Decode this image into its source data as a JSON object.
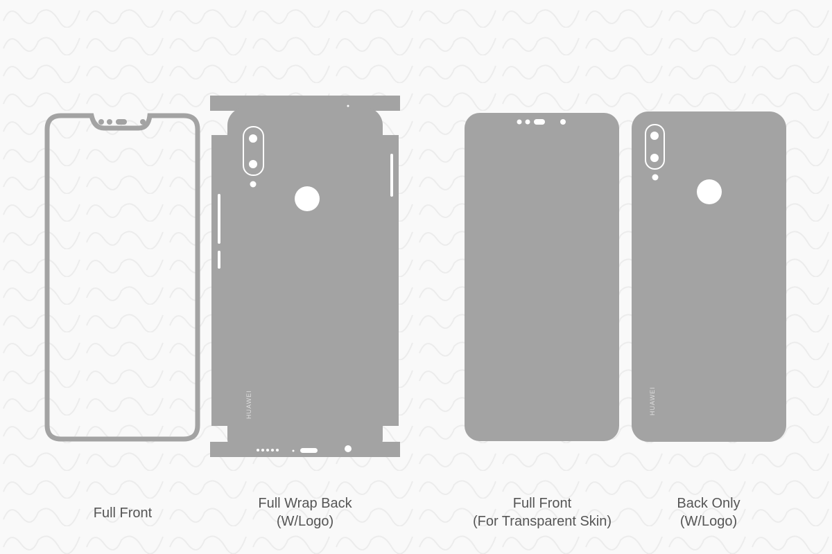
{
  "colors": {
    "skin": "#a3a3a3",
    "background": "#f9f9f9",
    "label": "#555555"
  },
  "templates": [
    {
      "title": "Full Front",
      "subtitle": ""
    },
    {
      "title": "Full Wrap Back",
      "subtitle": "(W/Logo)",
      "logo_text": "HUAWEI"
    },
    {
      "title": "Full Front",
      "subtitle": "(For Transparent Skin)"
    },
    {
      "title": "Back Only",
      "subtitle": "(W/Logo)",
      "logo_text": "HUAWEI"
    }
  ]
}
